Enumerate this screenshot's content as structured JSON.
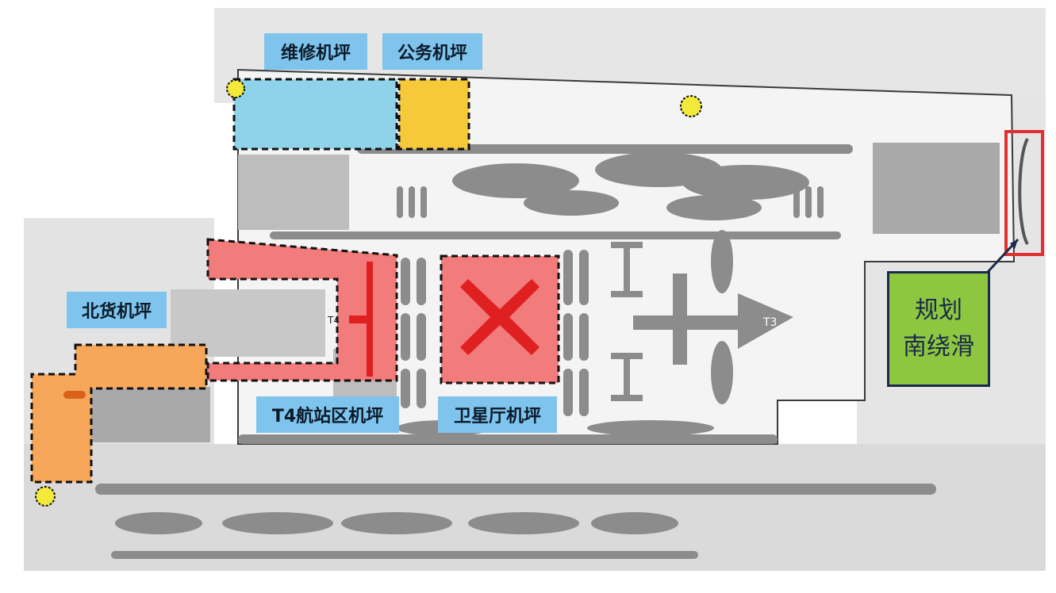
{
  "labels": {
    "maintenance_apron": "维修机坪",
    "official_apron": "公务机坪",
    "north_cargo_apron": "北货机坪",
    "t4_apron": "T4航站区机坪",
    "satellite_apron": "卫星厅机坪",
    "planned_south_taxiway_line1": "规划",
    "planned_south_taxiway_line2": "南绕滑"
  },
  "terminal_labels": {
    "t4": "T4",
    "t3": "T3"
  },
  "colors": {
    "maintenance_apron": "#8fd3ea",
    "official_apron": "#f6c93a",
    "t4_apron": "#f27b7b",
    "satellite_apron": "#f27b7b",
    "cargo_apron": "#f7a75a",
    "planned_taxiway_box": "#e03030",
    "callout_bg": "#7fc4ec",
    "plan_bg": "#8dc63f",
    "taxiway_gray": "#8c8c8c",
    "building_gray": "#a9a9a9",
    "marker_yellow": "#f3e93a"
  }
}
